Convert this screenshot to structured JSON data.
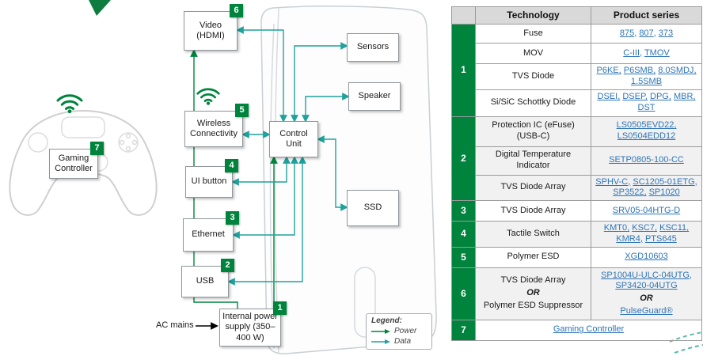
{
  "colors": {
    "green": "#00843D",
    "teal": "#1FA29C",
    "link": "#2E74B5"
  },
  "diagram": {
    "ac_mains": "AC mains",
    "legend": {
      "title": "Legend:",
      "power": "Power",
      "data": "Data"
    },
    "nodes": {
      "video": {
        "label": "Video (HDMI)",
        "badge": "6"
      },
      "wireless": {
        "label": "Wireless Connectivity",
        "badge": "5"
      },
      "ui_button": {
        "label": "UI button",
        "badge": "4"
      },
      "ethernet": {
        "label": "Ethernet",
        "badge": "3"
      },
      "usb": {
        "label": "USB",
        "badge": "2"
      },
      "psu": {
        "label": "Internal power supply (350–400 W)",
        "badge": "1"
      },
      "control_unit": {
        "label": "Control Unit"
      },
      "sensors": {
        "label": "Sensors"
      },
      "speaker": {
        "label": "Speaker"
      },
      "ssd": {
        "label": "SSD"
      },
      "gaming_controller": {
        "label": "Gaming Controller",
        "badge": "7"
      }
    }
  },
  "table": {
    "headers": {
      "technology": "Technology",
      "product_series": "Product series"
    },
    "groups": [
      {
        "num": "1",
        "rows": [
          {
            "tech": "Fuse",
            "products": [
              "875",
              "807",
              "373"
            ]
          },
          {
            "tech": "MOV",
            "products": [
              "C-III",
              "TMOV"
            ]
          },
          {
            "tech": "TVS Diode",
            "products": [
              "P6KE",
              "P6SMB",
              "8.0SMDJ",
              "1.5SMB"
            ]
          },
          {
            "tech": "Si/SiC Schottky Diode",
            "products": [
              "DSEI",
              "DSEP",
              "DPG",
              "MBR",
              "DST"
            ]
          }
        ]
      },
      {
        "num": "2",
        "rows": [
          {
            "tech": "Protection IC (eFuse) (USB-C)",
            "products": [
              "LS0505EVD22",
              "LS0504EDD12"
            ]
          },
          {
            "tech": "Digital Temperature Indicator",
            "products": [
              "SETP0805-100-CC"
            ]
          },
          {
            "tech": "TVS Diode Array",
            "products": [
              "SPHV-C",
              "SC1205-01ETG",
              "SP3522",
              "SP1020"
            ]
          }
        ]
      },
      {
        "num": "3",
        "rows": [
          {
            "tech": "TVS Diode Array",
            "products": [
              "SRV05-04HTG-D"
            ]
          }
        ]
      },
      {
        "num": "4",
        "rows": [
          {
            "tech": "Tactile Switch",
            "products": [
              "KMT0",
              "KSC7",
              "KSC11",
              "KMR4",
              "PTS645"
            ]
          }
        ]
      },
      {
        "num": "5",
        "rows": [
          {
            "tech": "Polymer ESD",
            "products": [
              "XGD10603"
            ]
          }
        ]
      },
      {
        "num": "6",
        "rows": [
          {
            "tech_line1": "TVS Diode Array",
            "tech_or": "OR",
            "tech_line2": "Polymer ESD Suppressor",
            "products": [
              "SP1004U-ULC-04UTG",
              "SP3420-04UTG"
            ],
            "products_or": "OR",
            "product_alt": "PulseGuard®"
          }
        ]
      },
      {
        "num": "7",
        "rows": [
          {
            "link": "Gaming Controller"
          }
        ]
      }
    ]
  }
}
